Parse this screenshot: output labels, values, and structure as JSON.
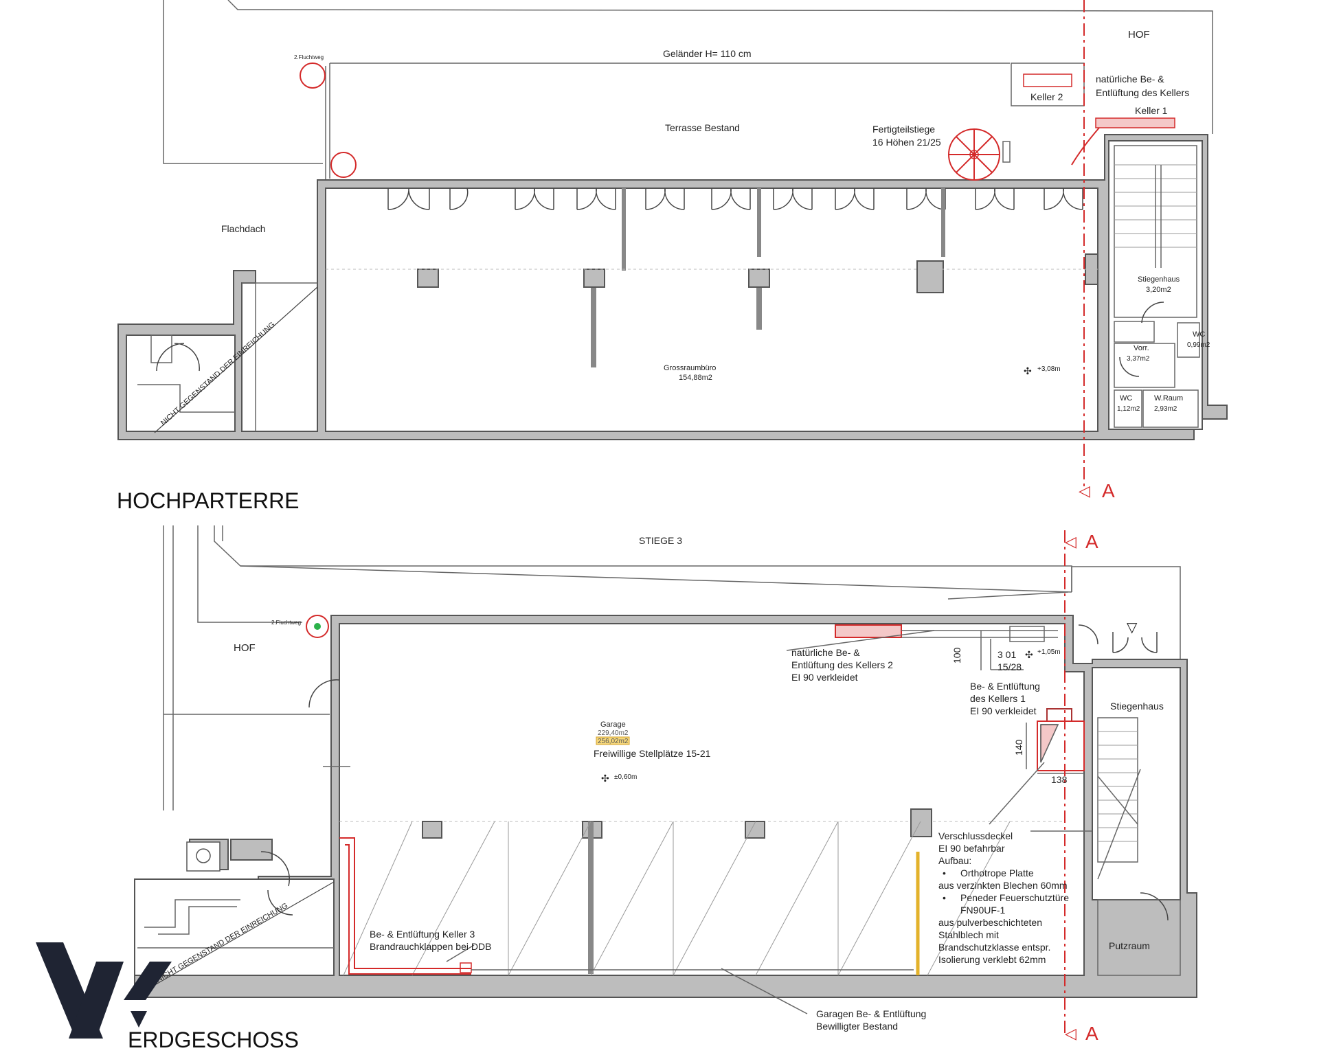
{
  "upper_floor": {
    "title": "HOCHPARTERRE",
    "labels": {
      "courtyard": "HOF",
      "railing": "Geländer H= 110 cm",
      "cellar2": "Keller 2",
      "ventilation": "natürliche Be- &",
      "ventilation_2": "Entlüftung des Kellers",
      "cellar1": "Keller 1",
      "terrace": "Terrasse Bestand",
      "stair": "Fertigteilstiege",
      "stair_2": "16 Höhen 21/25",
      "flat_roof": "Flachdach",
      "not_subject": "NICHT GEGENSTAND DER EINREICHUNG",
      "office": "Grossraumbüro",
      "office_area": "154,88m2",
      "level": "+3,08m",
      "stairwell": "Stiegenhaus",
      "stairwell_area": "3,20m2",
      "wc1": "WC",
      "wc1_area": "0,99m2",
      "vorr": "Vorr.",
      "vorr_area": "3,37m2",
      "wc2": "WC",
      "wc2_area": "1,12m2",
      "wraum": "W.Raum",
      "wraum_area": "2,93m2",
      "escape": "2.Fluchtweg"
    }
  },
  "lower_floor": {
    "title": "ERDGESCHOSS",
    "labels": {
      "stair3": "STIEGE 3",
      "courtyard": "HOF",
      "escape": "2.Fluchtweg",
      "vent2_1": "natürliche Be- &",
      "vent2_2": "Entlüftung des Kellers 2",
      "vent2_3": "EI 90 verkleidet",
      "dim100": "100",
      "stair_dim1": "3 01",
      "stair_dim2": "15/28",
      "level_top": "+1,05m",
      "vent1_1": "Be- & Entlüftung",
      "vent1_2": "des Kellers 1",
      "vent1_3": "EI 90 verkleidet",
      "stairwell": "Stiegenhaus",
      "garage": "Garage",
      "garage_area1": "229,40m2",
      "garage_area2": "256,02m2",
      "parking": "Freiwillige Stellplätze 15-21",
      "level": "±0,60m",
      "dim140": "140",
      "dim138": "138",
      "cover1": "Verschlussdeckel",
      "cover2": "EI 90 befahrbar",
      "build": "Aufbau:",
      "build1": "Orthotrope Platte",
      "build1b": "aus verzinkten Blechen 60mm",
      "build2": "Peneder Feuerschutztüre",
      "build2b": "FN90UF-1",
      "build3": "aus pulverbeschichteten",
      "build4": "Stahlblech mit",
      "build5": "Brandschutzklasse entspr.",
      "build6": "Isolierung verklebt 62mm",
      "cleaning": "Putzraum",
      "vent3_1": "Be- & Entlüftung Keller 3",
      "vent3_2": "Brandrauchklappen bei DDB",
      "not_subject": "NICHT GEGENSTAND DER EINREICHUNG",
      "garage_vent1": "Garagen Be- & Entlüftung",
      "garage_vent2": "Bewilligter Bestand"
    }
  },
  "section_marker": "A",
  "logo": "W-mark"
}
